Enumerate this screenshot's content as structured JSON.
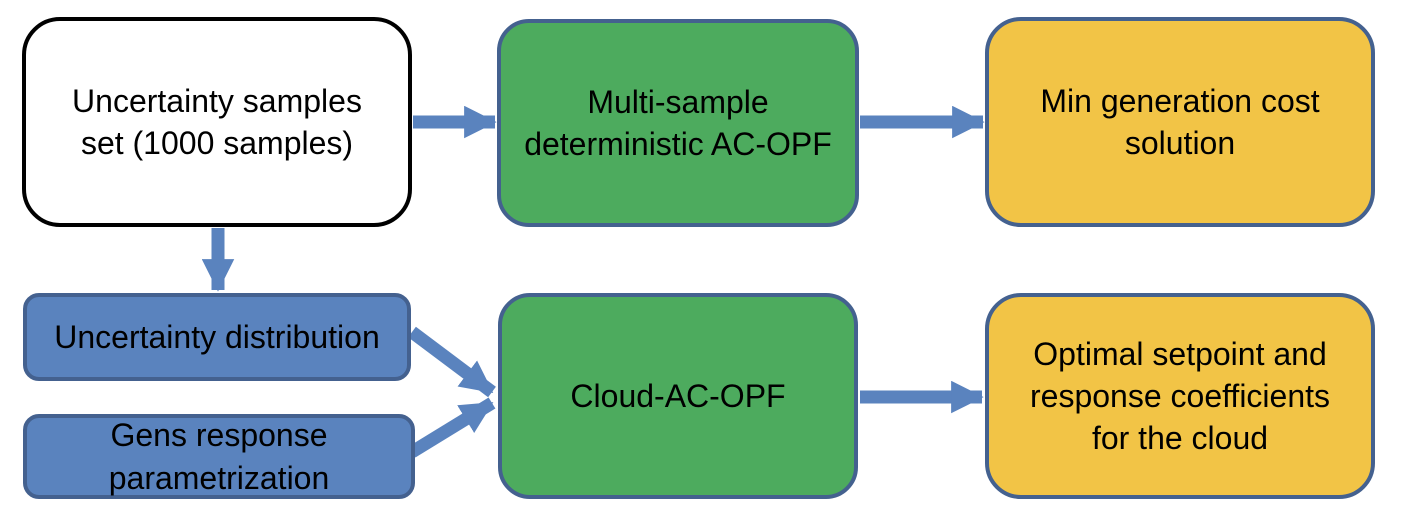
{
  "diagram": {
    "nodes": {
      "samples": {
        "label": "Uncertainty samples set (1000 samples)",
        "role": "input"
      },
      "multisample": {
        "label": "Multi-sample deterministic AC-OPF",
        "role": "process"
      },
      "mincost": {
        "label": "Min generation cost solution",
        "role": "output"
      },
      "distribution": {
        "label": "Uncertainty distribution",
        "role": "data"
      },
      "gens": {
        "label": "Gens response parametrization",
        "role": "data"
      },
      "cloud": {
        "label": "Cloud-AC-OPF",
        "role": "process"
      },
      "optimal": {
        "label": "Optimal setpoint and response coefficients for the cloud",
        "role": "output"
      }
    },
    "edges": [
      {
        "from": "samples",
        "to": "multisample"
      },
      {
        "from": "multisample",
        "to": "mincost"
      },
      {
        "from": "samples",
        "to": "distribution"
      },
      {
        "from": "distribution",
        "to": "cloud"
      },
      {
        "from": "gens",
        "to": "cloud"
      },
      {
        "from": "cloud",
        "to": "optimal"
      }
    ],
    "colors": {
      "input_fill": "#ffffff",
      "input_border": "#000000",
      "process_fill": "#4dab5e",
      "output_fill": "#f2c446",
      "data_fill": "#5a83be",
      "box_border": "#44618f",
      "arrow": "#5a83be",
      "text": "#000000"
    }
  }
}
